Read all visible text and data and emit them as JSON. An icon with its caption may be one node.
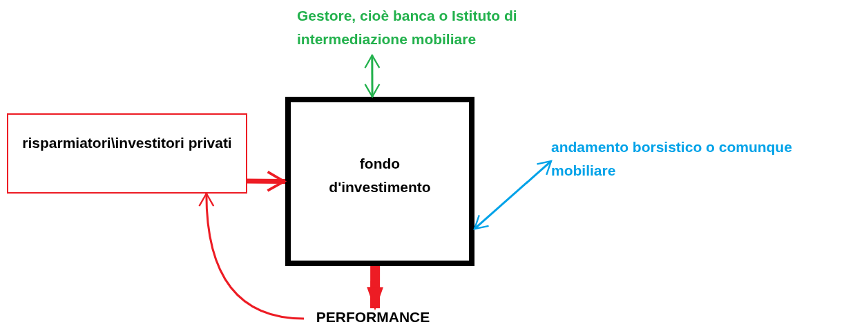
{
  "diagram": {
    "nodes": [
      {
        "text": [
          "risparmiatori\\investitori privati"
        ]
      },
      {
        "text": [
          "fondo d'investimento"
        ]
      },
      {
        "text": [
          "Gestore, cioè banca o Istituto di intermediazione mobiliare"
        ]
      },
      {
        "text": [
          "andamento borsistico o comunque mobiliare"
        ]
      },
      {
        "text": [
          "PERFORMANCE"
        ]
      }
    ],
    "edges": [
      {
        "from": 0,
        "to": 1,
        "arrow": "to",
        "style": "thick",
        "color": "#ed1c24"
      },
      {
        "from": 2,
        "to": 1,
        "arrow": "both",
        "color": "#22b14c"
      },
      {
        "from": 3,
        "to": 1,
        "arrow": "both",
        "color": "#00a2e8"
      },
      {
        "from": 1,
        "to": 4,
        "arrow": "to",
        "style": "thick",
        "color": "#ed1c24"
      },
      {
        "from": 4,
        "to": 0,
        "arrow": "to",
        "color": "#ed1c24"
      }
    ]
  }
}
